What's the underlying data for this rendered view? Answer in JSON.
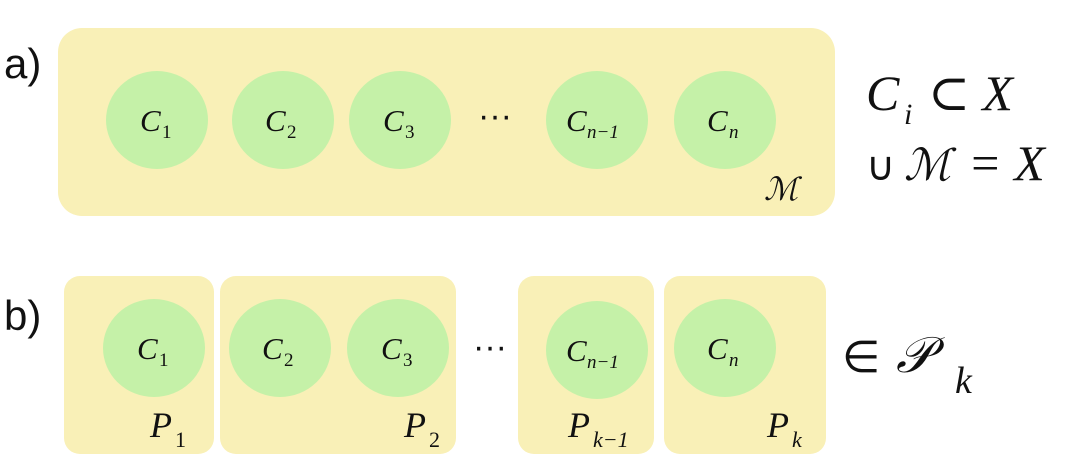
{
  "colors": {
    "box_fill": "#f9f0b7",
    "circle_fill": "#c5f1a8",
    "text": "#111111"
  },
  "panel_a": {
    "label": "a)",
    "circles": [
      {
        "letter": "C",
        "sub": "1"
      },
      {
        "letter": "C",
        "sub": "2"
      },
      {
        "letter": "C",
        "sub": "3"
      },
      {
        "letter": "C",
        "sub": "n−1"
      },
      {
        "letter": "C",
        "sub": "n"
      }
    ],
    "ellipsis": "···",
    "box_label": "ℳ",
    "statements": [
      {
        "letter": "C",
        "sub": "i",
        "rest": "⊂ X"
      },
      {
        "prefix": "∪",
        "script": "ℳ",
        "rest": "= X"
      }
    ]
  },
  "panel_b": {
    "label": "b)",
    "circles": [
      {
        "letter": "C",
        "sub": "1"
      },
      {
        "letter": "C",
        "sub": "2"
      },
      {
        "letter": "C",
        "sub": "3"
      },
      {
        "letter": "C",
        "sub": "n−1"
      },
      {
        "letter": "C",
        "sub": "n"
      }
    ],
    "ellipsis": "···",
    "partitions": [
      {
        "letter": "P",
        "sub": "1"
      },
      {
        "letter": "P",
        "sub": "2"
      },
      {
        "letter": "P",
        "sub": "k−1"
      },
      {
        "letter": "P",
        "sub": "k"
      }
    ],
    "statement": {
      "prefix": "∈",
      "script": "𝒫",
      "sub": "k"
    }
  }
}
